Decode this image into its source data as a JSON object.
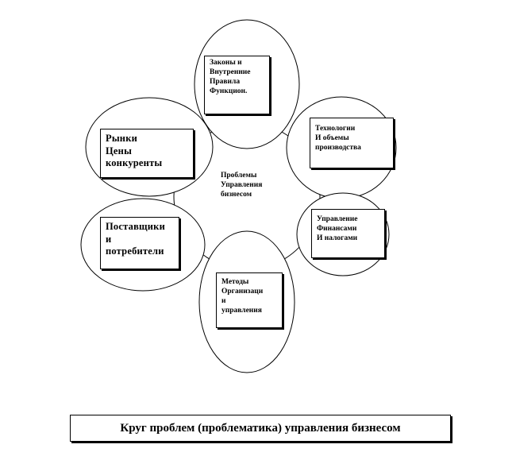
{
  "center": {
    "lines": [
      "Проблемы",
      "Управления",
      "бизнесом"
    ]
  },
  "petals": {
    "top": {
      "lines": [
        "Законы и",
        "Внутренние",
        "Правила",
        "Функцион."
      ]
    },
    "upper_right": {
      "lines": [
        "Технологии",
        "И объемы",
        "производства"
      ]
    },
    "lower_right": {
      "lines": [
        "Управление",
        "Финансами",
        "И налогами"
      ]
    },
    "bottom": {
      "lines": [
        "Методы",
        "Организаци",
        "и",
        "управления"
      ]
    },
    "lower_left": {
      "lines": [
        "Поставщики",
        "и",
        "потребители"
      ]
    },
    "upper_left": {
      "lines": [
        "Рынки",
        "Цены",
        "конкуренты"
      ]
    }
  },
  "caption": "Круг проблем (проблематика) управления бизнесом"
}
